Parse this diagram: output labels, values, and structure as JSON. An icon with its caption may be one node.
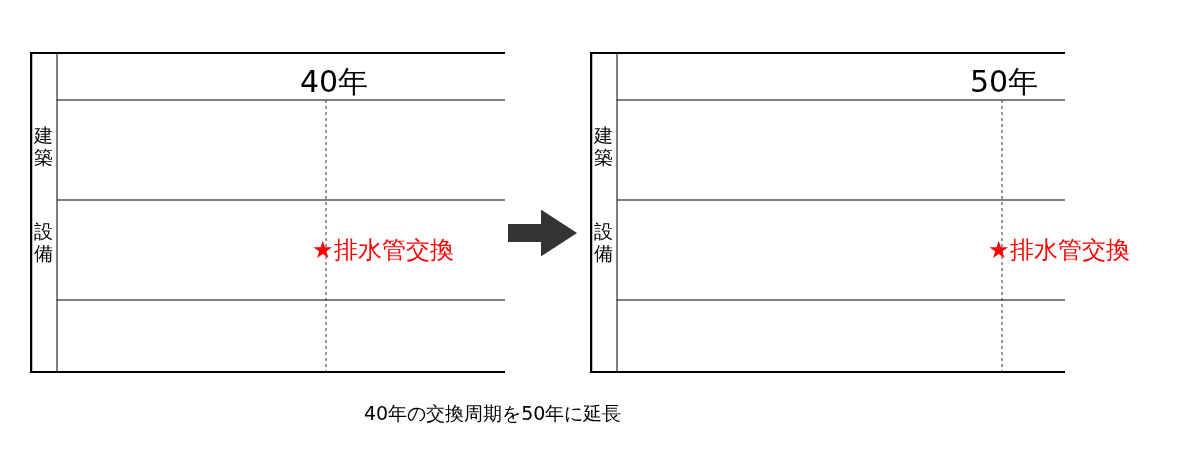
{
  "diagram": {
    "caption": "40年の交換周期を50年に延長",
    "nodes": [
      {
        "text": [
          "40年",
          "建築",
          "設備",
          "★排水管交換"
        ]
      },
      {
        "text": [
          "50年",
          "建築",
          "設備",
          "★排水管交換"
        ]
      }
    ],
    "edges": [
      {
        "from": 0,
        "to": 1,
        "arrow": "to"
      }
    ]
  }
}
